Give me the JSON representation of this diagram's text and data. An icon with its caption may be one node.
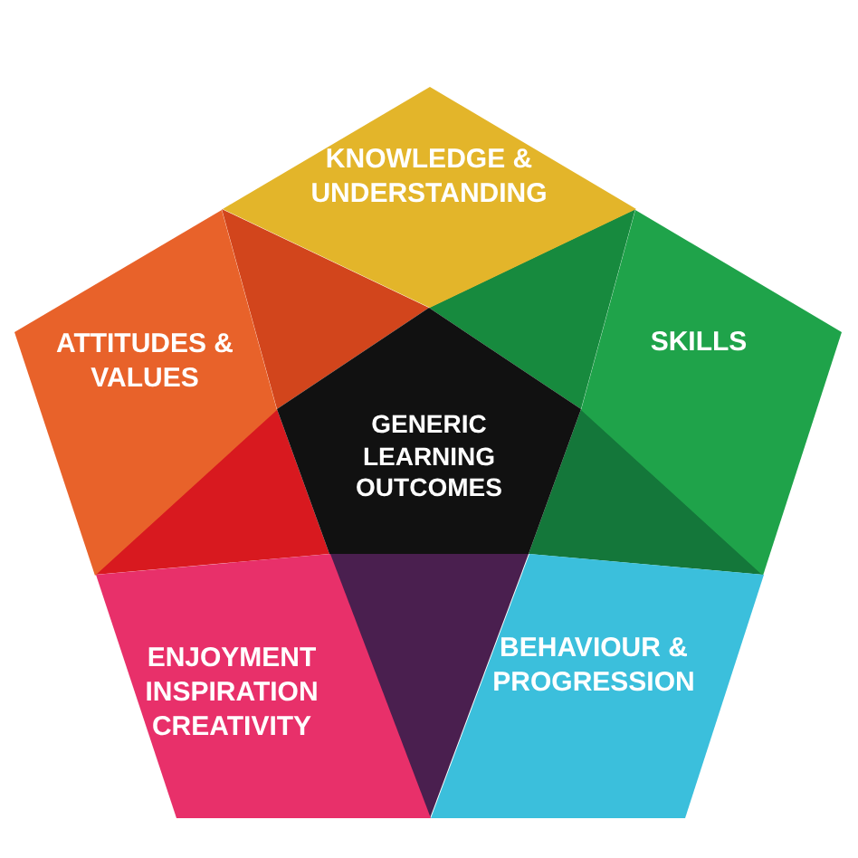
{
  "diagram": {
    "nodes": [
      {
        "text": [
          "KNOWLEDGE & UNDERSTANDING"
        ]
      },
      {
        "text": [
          "ATTITUDES & VALUES"
        ]
      },
      {
        "text": [
          "SKILLS"
        ]
      },
      {
        "text": [
          "GENERIC LEARNING OUTCOMES"
        ]
      },
      {
        "text": [
          "ENJOYMENT INSPIRATION CREATIVITY"
        ]
      },
      {
        "text": [
          "BEHAVIOUR & PROGRESSION"
        ]
      }
    ]
  }
}
